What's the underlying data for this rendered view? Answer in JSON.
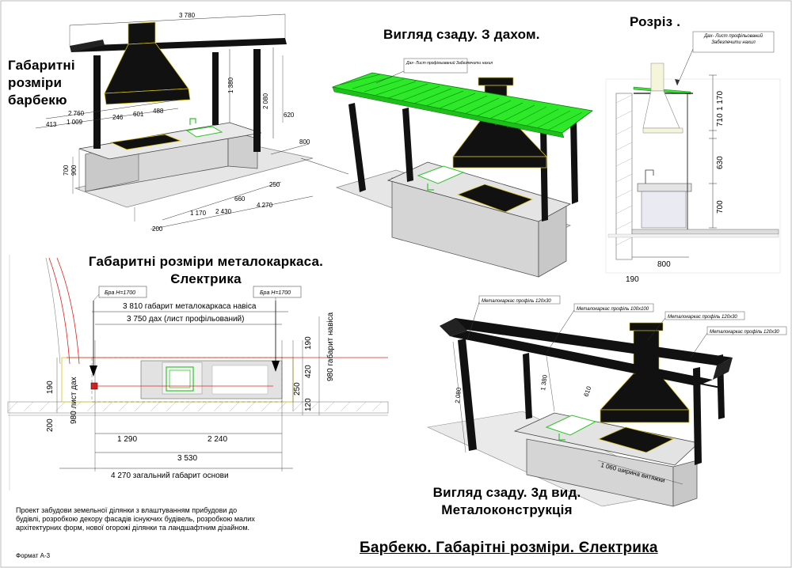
{
  "titles": {
    "overall_dims": "Габаритні розміри барбекю",
    "rear_roof": "Вигляд сзаду. З дахом.",
    "section": "Розріз .",
    "frame_dims": "Габаритні розміри металокаркаса. Єлектрика",
    "rear_3d": "Вигляд сзаду. 3д вид. Металоконструкція",
    "main": "Барбекю. Габарітні розміри. Єлектрика"
  },
  "description": "Проект забудови земельної ділянки з влаштуванням прибудови до будівлі, розробкою декору фасадів існуючих будівель, розробкою малих архітектурних форм, нової огорожі ділянки та ландшафтним дізайном.",
  "format_label": "Формат А-3",
  "view_overall": {
    "dims": {
      "top": "3 780",
      "left1": "2 760",
      "left2": "1 009",
      "left3": "413",
      "mid1": "246",
      "mid2": "601",
      "mid3": "488",
      "hood_h": "1 380",
      "post_h": "2 080",
      "right_h": "620",
      "depth": "800",
      "base_h1": "700",
      "base_h2": "900",
      "b1": "1 170",
      "b2": "2 430",
      "b3": "4 270",
      "b4": "200",
      "b5": "660",
      "b6": "250"
    }
  },
  "view_rear_roof": {
    "callout": "Дах- Лист профільований Забезпечити нахил"
  },
  "view_section": {
    "callout": "Дах- Лист профільований Забезпечити нахил",
    "dims": {
      "d1": "1 170",
      "d2": "710",
      "d3": "630",
      "d4": "700",
      "w": "800",
      "wall": "190"
    }
  },
  "view_plan": {
    "bra_left": "Бра Н=1700",
    "bra_right": "Бра Н=1700",
    "dims": {
      "frame": "3 810 габарит металокаркаса навіса",
      "roof": "3 750 дах  (лист профільований)",
      "canopy": "980 габарит навіса",
      "sheet": "980 лист дах",
      "r190": "190",
      "r420": "420",
      "r250": "250",
      "r120": "120",
      "l190": "190",
      "l200": "200",
      "w1": "1 290",
      "w2": "2 240",
      "w3": "3 530",
      "base": "4 270 загальний габарит основи"
    }
  },
  "view_frame3d": {
    "callouts": {
      "c1": "Металокаркас профіль 120х30",
      "c2": "Металокаркас профіль 100х100",
      "c3": "Металокаркас профіль 120х30",
      "c4": "Металокаркас профіль 120х30"
    },
    "dims": {
      "h": "2 080",
      "hood": "1 380",
      "hw": "610",
      "width": "1 060 ширина витяжки"
    }
  },
  "colors": {
    "roof": "#2ee82a",
    "frame": "#111111",
    "counter": "#d4d4d4",
    "outline_yellow": "#d8c21a",
    "electric": "#e02020"
  }
}
